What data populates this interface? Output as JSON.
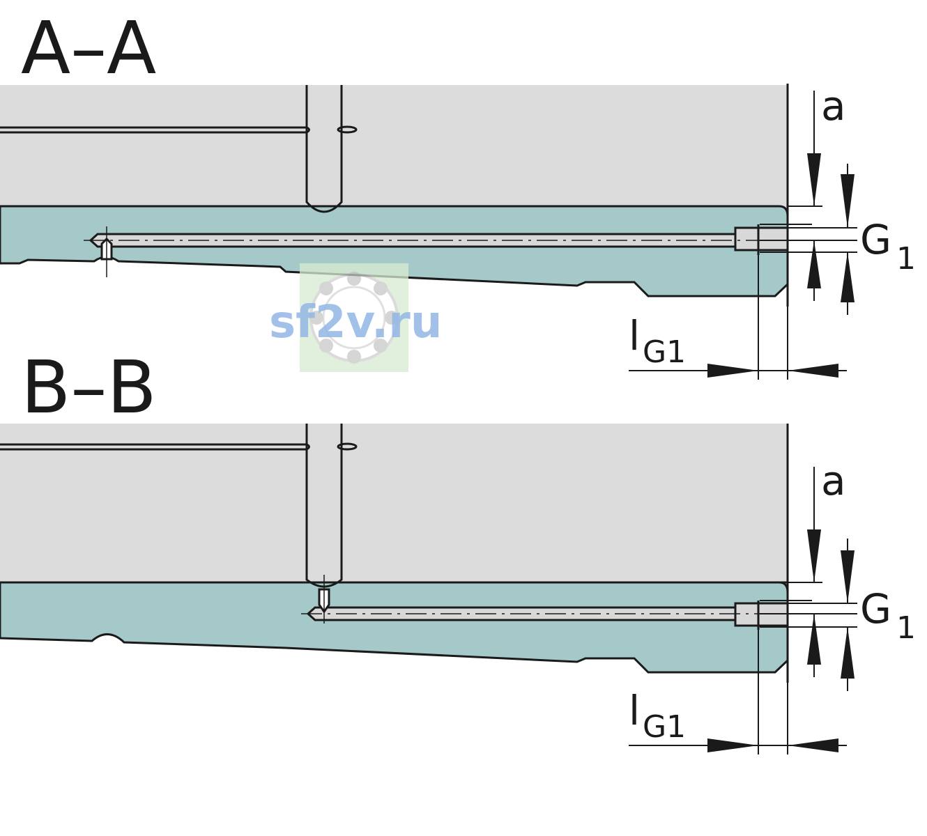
{
  "watermark": {
    "text": "sf2v.ru"
  },
  "colors": {
    "housing": "#dcdcdc",
    "rail": "#a5c9c8",
    "line": "#1a1a1a",
    "bore": "#d8d8d8"
  },
  "sections": [
    {
      "title": "A–A",
      "labels": {
        "a": "a",
        "g_main": "G",
        "g_sub": "1",
        "l_main": "l",
        "l_sub": "G1"
      }
    },
    {
      "title": "B–B",
      "labels": {
        "a": "a",
        "g_main": "G",
        "g_sub": "1",
        "l_main": "l",
        "l_sub": "G1"
      }
    }
  ]
}
